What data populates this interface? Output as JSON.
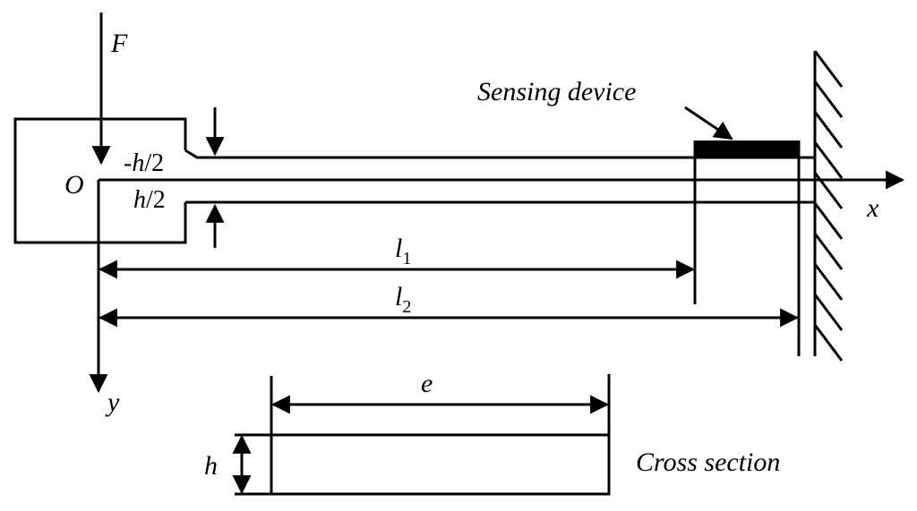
{
  "labels": {
    "force": "F",
    "origin": "O",
    "x_axis": "x",
    "y_axis": "y",
    "l1_main": "l",
    "l1_sub": "1",
    "l2_main": "l",
    "l2_sub": "2",
    "neg_h_prefix": "-",
    "neg_h_var": "h",
    "neg_h_suffix": "/2",
    "pos_h_var": "h",
    "pos_h_suffix": "/2",
    "sensing_device": "Sensing device",
    "width": "e",
    "height": "h",
    "cross_section": "Cross section"
  }
}
